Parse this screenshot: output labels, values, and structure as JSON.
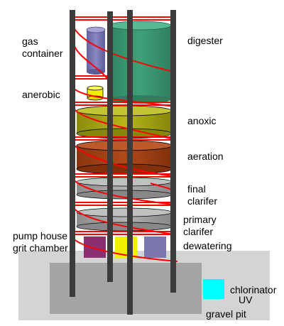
{
  "labels": {
    "gas_container_line1": "gas",
    "gas_container_line2": "container",
    "anerobic": "anerobic",
    "pump_house": "pump house",
    "grit_chamber": "grit chamber",
    "digester": "digester",
    "anoxic": "anoxic",
    "aeration": "aeration",
    "final_clarifier_line1": "final",
    "final_clarifier_line2": "clarifer",
    "primary_clarifier_line1": "primary",
    "primary_clarifier_line2": "clarifer",
    "dewatering": "dewatering",
    "chlorinator": "chlorinator",
    "uv": "UV",
    "gravel_pit": "gravel pit"
  },
  "colors": {
    "digester": "#3a9a73",
    "gas_container": "#7a78b6",
    "anerobic": "#f4f000",
    "anoxic": "#a8a813",
    "aeration": "#a34115",
    "clarifier": "#a0a0a0",
    "pump_house": "#8a2f72",
    "grit_chamber": "#f1f000",
    "dewatering": "#7a76b0",
    "chlorinator_uv": "#00ffff",
    "pipe": "#ff0000",
    "post": "#3b3b3b",
    "ground": "#d4d4d4",
    "gravel_pit": "#a4a4a4"
  }
}
